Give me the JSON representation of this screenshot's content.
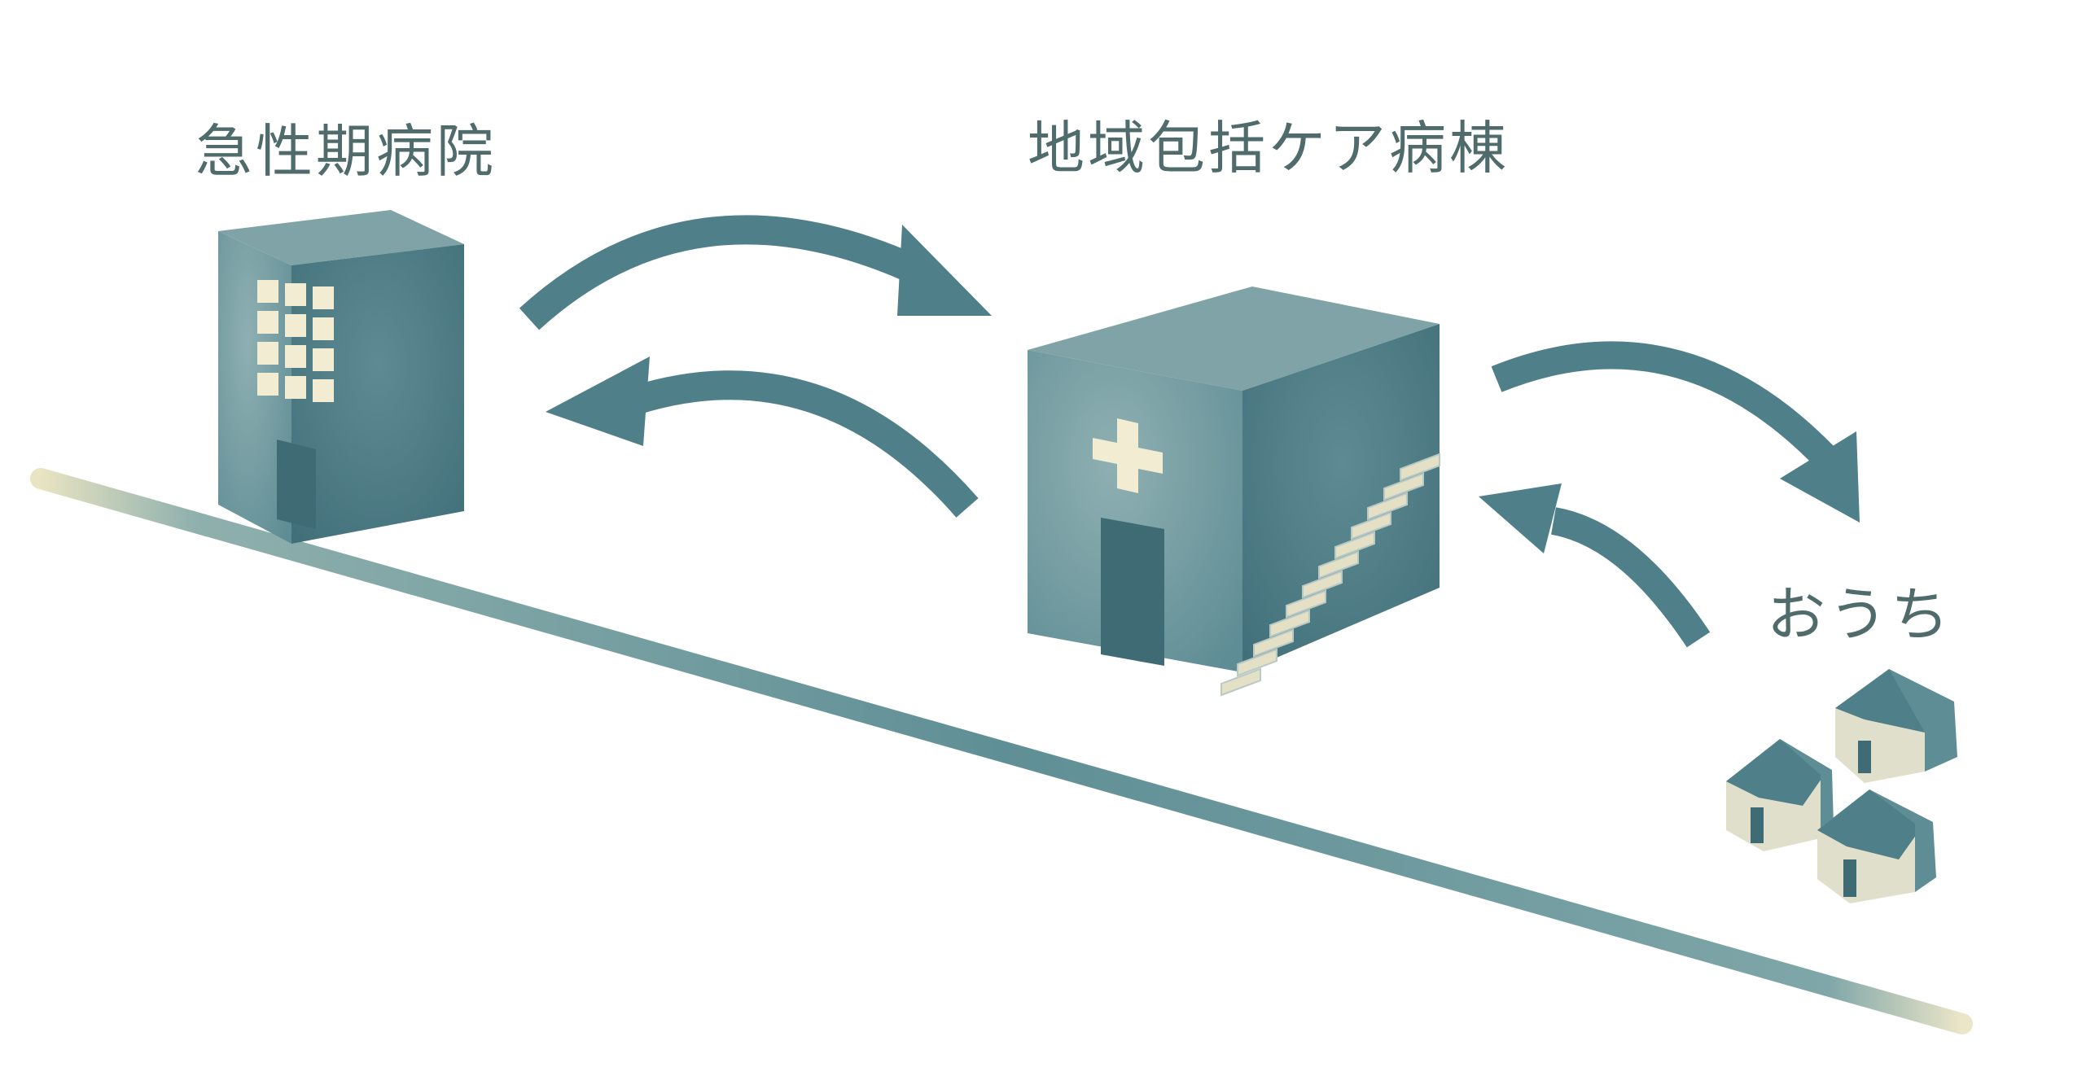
{
  "labels": {
    "acute_hospital": "急性期病院",
    "community_care_ward": "地域包括ケア病棟",
    "home": "おうち"
  },
  "colors": {
    "primary": "#4f7f89",
    "primary_dark": "#3d6a74",
    "primary_light": "#6f9aa2",
    "cream": "#f2ecd2",
    "text": "#4f6b6c"
  }
}
